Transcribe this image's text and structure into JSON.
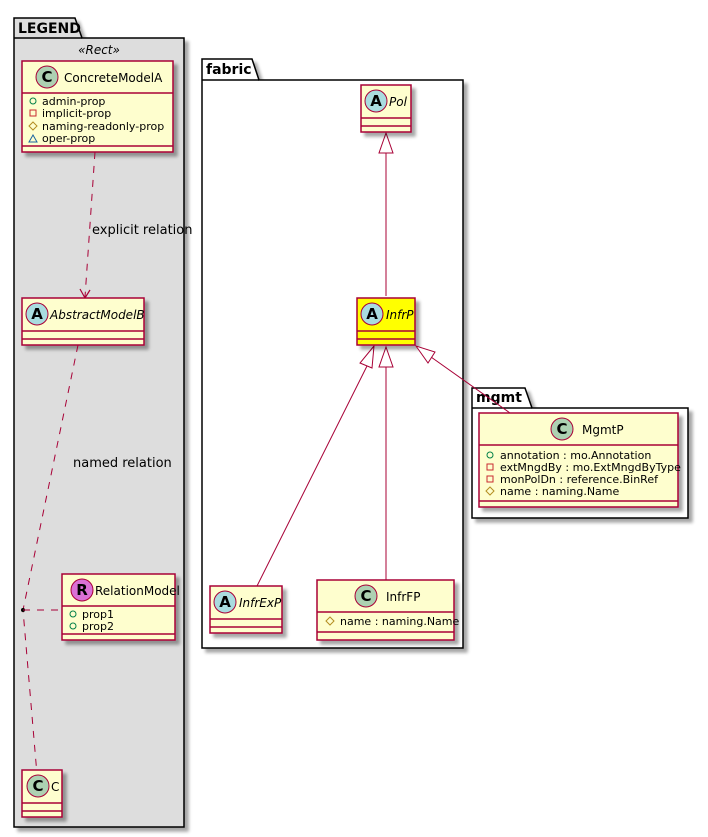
{
  "colors": {
    "class_fill": "#FEFECE",
    "class_border": "#A80036",
    "highlight_fill": "#FFFF00",
    "legend_bg": "#DDDDDD",
    "spot_class": "#ADD1B2",
    "spot_abstract": "#A9DCDF",
    "spot_relation": "#DA70D6",
    "edge": "#A80036",
    "vis_public": "#038048",
    "vis_private": "#C82930",
    "vis_protected": "#B38D22",
    "vis_package": "#1963A0"
  },
  "packages": {
    "legend": {
      "title": "LEGEND",
      "stereotype": "«Rect»"
    },
    "fabric": {
      "title": "fabric"
    },
    "mgmt": {
      "title": "mgmt"
    }
  },
  "classes": {
    "concrete_model_a": {
      "name": "ConcreteModelA",
      "spot": "C",
      "kind": "class",
      "attributes": [
        {
          "vis": "public",
          "text": "admin-prop"
        },
        {
          "vis": "private",
          "text": "implicit-prop"
        },
        {
          "vis": "protected",
          "text": "naming-readonly-prop"
        },
        {
          "vis": "package",
          "text": "oper-prop"
        }
      ]
    },
    "abstract_model_b": {
      "name": "AbstractModelB",
      "spot": "A",
      "kind": "abstract",
      "attributes": []
    },
    "relation_model": {
      "name": "RelationModel",
      "spot": "R",
      "kind": "relation",
      "attributes": [
        {
          "vis": "public",
          "text": "prop1"
        },
        {
          "vis": "public",
          "text": "prop2"
        }
      ]
    },
    "c": {
      "name": "C",
      "spot": "C",
      "kind": "class",
      "attributes": []
    },
    "pol": {
      "name": "Pol",
      "spot": "A",
      "kind": "abstract",
      "attributes": []
    },
    "infrp": {
      "name": "InfrP",
      "spot": "A",
      "kind": "abstract",
      "highlighted": true,
      "attributes": []
    },
    "infrexp": {
      "name": "InfrExP",
      "spot": "A",
      "kind": "abstract",
      "attributes": []
    },
    "infrfp": {
      "name": "InfrFP",
      "spot": "C",
      "kind": "class",
      "attributes": [
        {
          "vis": "protected",
          "text": "name : naming.Name"
        }
      ]
    },
    "mgmtp": {
      "name": "MgmtP",
      "spot": "C",
      "kind": "class",
      "attributes": [
        {
          "vis": "public",
          "text": "annotation : mo.Annotation"
        },
        {
          "vis": "private",
          "text": "extMngdBy : mo.ExtMngdByType"
        },
        {
          "vis": "private",
          "text": "monPolDn : reference.BinRef"
        },
        {
          "vis": "protected",
          "text": "name : naming.Name"
        }
      ]
    }
  },
  "edges": {
    "explicit_relation": {
      "label": "explicit relation",
      "from": "ConcreteModelA",
      "to": "AbstractModelB",
      "style": "dashed-arrow"
    },
    "named_relation": {
      "label": "named relation",
      "from": "AbstractModelB",
      "to": "C",
      "style": "dashed-arrow",
      "association_class": "RelationModel"
    },
    "gen_pol_infrp": {
      "from": "InfrP",
      "to": "Pol",
      "style": "generalization"
    },
    "gen_infrp_infrexp": {
      "from": "InfrExP",
      "to": "InfrP",
      "style": "generalization"
    },
    "gen_infrp_infrfp": {
      "from": "InfrFP",
      "to": "InfrP",
      "style": "generalization"
    },
    "gen_infrp_mgmtp": {
      "from": "MgmtP",
      "to": "InfrP",
      "style": "generalization"
    }
  }
}
